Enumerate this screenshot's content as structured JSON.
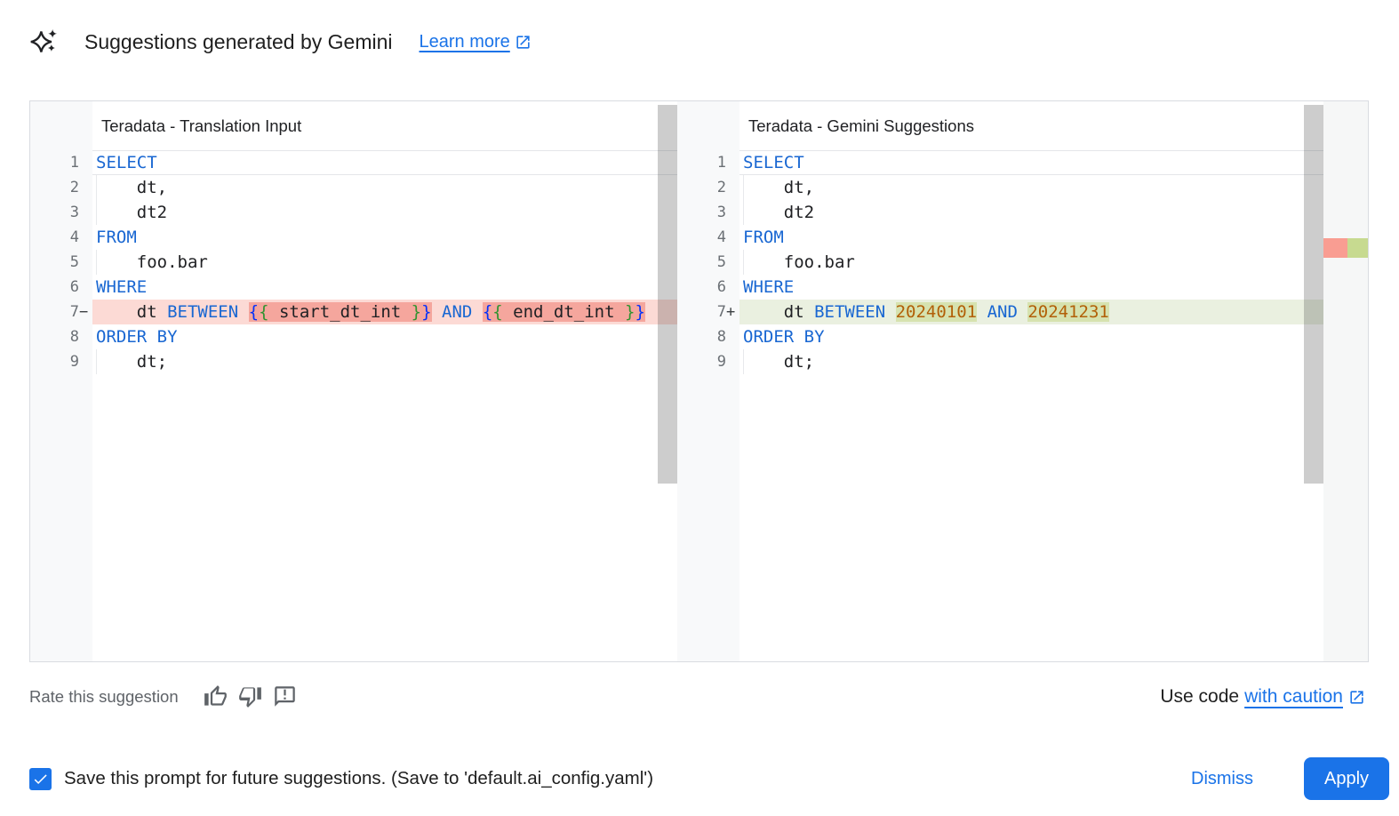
{
  "header": {
    "title": "Suggestions generated by Gemini",
    "learn_more_label": "Learn more"
  },
  "panes": [
    {
      "title": "Teradata - Translation Input",
      "lines": [
        {
          "n": "1",
          "cur": true,
          "tokens": [
            {
              "t": "SELECT",
              "c": "kw"
            }
          ]
        },
        {
          "n": "2",
          "ind": true,
          "tokens": [
            {
              "t": "    dt,",
              "c": "txt"
            }
          ]
        },
        {
          "n": "3",
          "ind": true,
          "tokens": [
            {
              "t": "    dt2",
              "c": "txt"
            }
          ]
        },
        {
          "n": "4",
          "tokens": [
            {
              "t": "FROM",
              "c": "kw"
            }
          ]
        },
        {
          "n": "5",
          "ind": true,
          "tokens": [
            {
              "t": "    foo.bar",
              "c": "txt"
            }
          ]
        },
        {
          "n": "6",
          "tokens": [
            {
              "t": "WHERE",
              "c": "kw"
            }
          ]
        },
        {
          "n": "7",
          "sign": "−",
          "diff": "del",
          "tokens": [
            {
              "t": "    dt ",
              "c": "txt"
            },
            {
              "t": "BETWEEN",
              "c": "kw"
            },
            {
              "t": " ",
              "c": "txt"
            },
            {
              "t": "{",
              "c": "b1",
              "m": true
            },
            {
              "t": "{",
              "c": "b2",
              "m": true
            },
            {
              "t": " start_dt_int ",
              "c": "txt",
              "m": true
            },
            {
              "t": "}",
              "c": "b2",
              "m": true
            },
            {
              "t": "}",
              "c": "b1",
              "m": true
            },
            {
              "t": " ",
              "c": "txt"
            },
            {
              "t": "AND",
              "c": "kw"
            },
            {
              "t": " ",
              "c": "txt"
            },
            {
              "t": "{",
              "c": "b1",
              "m": true
            },
            {
              "t": "{",
              "c": "b2",
              "m": true
            },
            {
              "t": " end_dt_int ",
              "c": "txt",
              "m": true
            },
            {
              "t": "}",
              "c": "b2",
              "m": true
            },
            {
              "t": "}",
              "c": "b1",
              "m": true
            },
            {
              "t": "",
              "c": "fill",
              "m": true
            }
          ]
        },
        {
          "n": "8",
          "tokens": [
            {
              "t": "ORDER BY",
              "c": "kw"
            }
          ]
        },
        {
          "n": "9",
          "ind": true,
          "tokens": [
            {
              "t": "    dt;",
              "c": "txt"
            }
          ]
        }
      ]
    },
    {
      "title": "Teradata - Gemini Suggestions",
      "lines": [
        {
          "n": "1",
          "cur": true,
          "tokens": [
            {
              "t": "SELECT",
              "c": "kw"
            }
          ]
        },
        {
          "n": "2",
          "ind": true,
          "tokens": [
            {
              "t": "    dt,",
              "c": "txt"
            }
          ]
        },
        {
          "n": "3",
          "ind": true,
          "tokens": [
            {
              "t": "    dt2",
              "c": "txt"
            }
          ]
        },
        {
          "n": "4",
          "tokens": [
            {
              "t": "FROM",
              "c": "kw"
            }
          ]
        },
        {
          "n": "5",
          "ind": true,
          "tokens": [
            {
              "t": "    foo.bar",
              "c": "txt"
            }
          ]
        },
        {
          "n": "6",
          "tokens": [
            {
              "t": "WHERE",
              "c": "kw"
            }
          ]
        },
        {
          "n": "7",
          "sign": "+",
          "diff": "add",
          "tokens": [
            {
              "t": "    dt ",
              "c": "txt"
            },
            {
              "t": "BETWEEN",
              "c": "kw"
            },
            {
              "t": " ",
              "c": "txt"
            },
            {
              "t": "20240101",
              "c": "num",
              "m": true
            },
            {
              "t": " ",
              "c": "txt"
            },
            {
              "t": "AND",
              "c": "kw"
            },
            {
              "t": " ",
              "c": "txt"
            },
            {
              "t": "20241231",
              "c": "num",
              "m": true
            }
          ]
        },
        {
          "n": "8",
          "tokens": [
            {
              "t": "ORDER BY",
              "c": "kw"
            }
          ]
        },
        {
          "n": "9",
          "ind": true,
          "tokens": [
            {
              "t": "    dt;",
              "c": "txt"
            }
          ]
        }
      ]
    }
  ],
  "rate": {
    "label": "Rate this suggestion"
  },
  "use_code": {
    "prefix": "Use code",
    "link": "with caution"
  },
  "bottom_bar": {
    "checkbox_checked": true,
    "save_label": "Save this prompt for future suggestions. (Save to 'default.ai_config.yaml')",
    "dismiss_label": "Dismiss",
    "apply_label": "Apply"
  },
  "colors": {
    "accent_blue": "#1a73e8",
    "keyword_blue": "#1967d2",
    "number_literal": "#b26008",
    "bracket_level1": "#0431fa",
    "bracket_level2": "#319331",
    "diff_del_line": "#fcdad5",
    "diff_del_token": "#f5a69d",
    "diff_add_line": "#eaf0e0",
    "diff_add_token": "#d6e2af",
    "gutter_bg": "#f8f9fa",
    "muted_text": "#5f6368"
  }
}
